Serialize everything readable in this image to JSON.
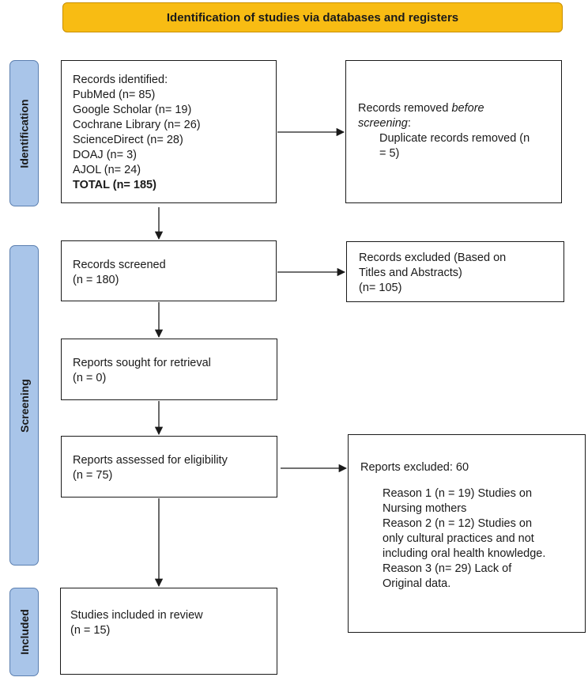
{
  "header": {
    "title": "Identification of studies via databases and registers"
  },
  "phases": {
    "identification": "Identification",
    "screening": "Screening",
    "included": "Included"
  },
  "records_identified": {
    "heading": "Records identified:",
    "sources": [
      "PubMed (n= 85)",
      "Google Scholar (n= 19)",
      "Cochrane Library (n= 26)",
      "ScienceDirect (n= 28)",
      "DOAJ (n= 3)",
      "AJOL (n= 24)"
    ],
    "total": "TOTAL (n= 185)"
  },
  "records_removed": {
    "line1_prefix": "Records removed ",
    "line1_italic": "before",
    "line2_italic": "screening",
    "line2_suffix": ":",
    "detail_line1": "Duplicate records removed (n",
    "detail_line2": "= 5)"
  },
  "records_screened": {
    "line1": "Records screened",
    "line2": "(n = 180)"
  },
  "records_excluded": {
    "line1": "Records excluded (Based on",
    "line2": "Titles and Abstracts)",
    "line3": "(n= 105)"
  },
  "reports_sought": {
    "line1": "Reports sought for retrieval",
    "line2": "(n = 0)"
  },
  "reports_assessed": {
    "line1": "Reports assessed for eligibility",
    "line2": "(n = 75)"
  },
  "reports_excluded": {
    "heading": "Reports excluded: 60",
    "reasons": [
      "Reason 1 (n = 19) Studies on",
      "Nursing mothers",
      "Reason 2 (n = 12) Studies on",
      "only cultural practices and not",
      "including oral health knowledge.",
      "Reason 3 (n= 29) Lack of",
      "Original data."
    ]
  },
  "studies_included": {
    "line1": "Studies included in review",
    "line2": "(n = 15)"
  }
}
